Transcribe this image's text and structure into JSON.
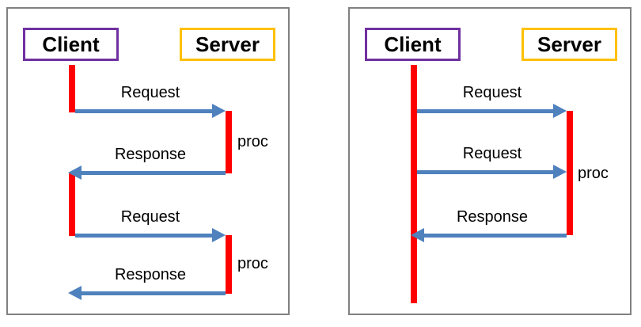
{
  "colors": {
    "panel_border": "#808080",
    "client_box_border": "#7030A0",
    "server_box_border": "#FFC000",
    "activation_bar": "#FF0000",
    "message_arrow": "#4F81BD",
    "text": "#000000",
    "background": "#FFFFFF"
  },
  "left_diagram": {
    "actors": {
      "client": "Client",
      "server": "Server"
    },
    "messages": [
      {
        "label": "Request",
        "direction": "right",
        "from": "client",
        "to": "server"
      },
      {
        "label": "Response",
        "direction": "left",
        "from": "server",
        "to": "client"
      },
      {
        "label": "Request",
        "direction": "right",
        "from": "client",
        "to": "server"
      },
      {
        "label": "Response",
        "direction": "left",
        "from": "server",
        "to": "client"
      }
    ],
    "activations": [
      {
        "label": "proc"
      },
      {
        "label": "proc"
      }
    ]
  },
  "right_diagram": {
    "actors": {
      "client": "Client",
      "server": "Server"
    },
    "messages": [
      {
        "label": "Request",
        "direction": "right",
        "from": "client",
        "to": "server"
      },
      {
        "label": "Request",
        "direction": "right",
        "from": "client",
        "to": "server"
      },
      {
        "label": "Response",
        "direction": "left",
        "from": "server",
        "to": "client"
      }
    ],
    "activations": [
      {
        "label": "proc"
      }
    ]
  }
}
